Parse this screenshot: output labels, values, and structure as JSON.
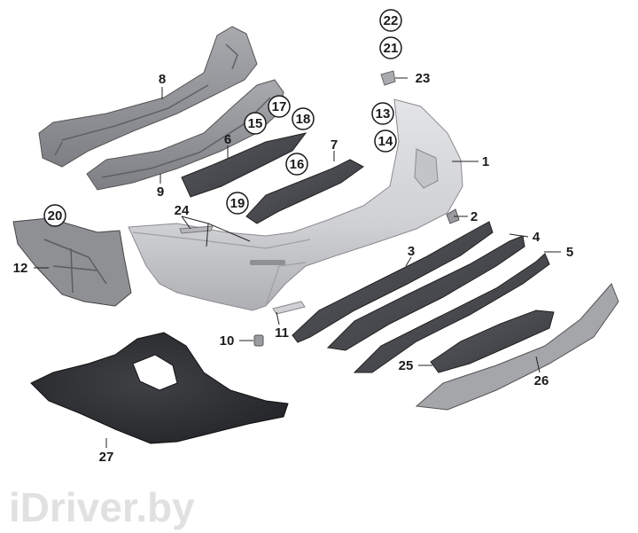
{
  "diagram": {
    "callouts": [
      {
        "id": "p1",
        "text": "1",
        "circled": false
      },
      {
        "id": "p2",
        "text": "2",
        "circled": false
      },
      {
        "id": "p3",
        "text": "3",
        "circled": false
      },
      {
        "id": "p4",
        "text": "4",
        "circled": false
      },
      {
        "id": "p5",
        "text": "5",
        "circled": false
      },
      {
        "id": "p6",
        "text": "6",
        "circled": false
      },
      {
        "id": "p7",
        "text": "7",
        "circled": false
      },
      {
        "id": "p8",
        "text": "8",
        "circled": false
      },
      {
        "id": "p9",
        "text": "9",
        "circled": false
      },
      {
        "id": "p10",
        "text": "10",
        "circled": false
      },
      {
        "id": "p11",
        "text": "11",
        "circled": false
      },
      {
        "id": "p12",
        "text": "12",
        "circled": false
      },
      {
        "id": "p13",
        "text": "13",
        "circled": true
      },
      {
        "id": "p14",
        "text": "14",
        "circled": true
      },
      {
        "id": "p15",
        "text": "15",
        "circled": true
      },
      {
        "id": "p16",
        "text": "16",
        "circled": true
      },
      {
        "id": "p17",
        "text": "17",
        "circled": true
      },
      {
        "id": "p18",
        "text": "18",
        "circled": true
      },
      {
        "id": "p19",
        "text": "19",
        "circled": true
      },
      {
        "id": "p20",
        "text": "20",
        "circled": true
      },
      {
        "id": "p21",
        "text": "21",
        "circled": true
      },
      {
        "id": "p22",
        "text": "22",
        "circled": true
      },
      {
        "id": "p23",
        "text": "23",
        "circled": false
      },
      {
        "id": "p24",
        "text": "24",
        "circled": false
      },
      {
        "id": "p25",
        "text": "25",
        "circled": false
      },
      {
        "id": "p26",
        "text": "26",
        "circled": false
      },
      {
        "id": "p27",
        "text": "27",
        "circled": false
      }
    ]
  },
  "watermark": {
    "text": "iDriver.by"
  },
  "colors": {
    "bumper_light": "#d9dadc",
    "bumper_mid": "#b9babd",
    "part_dark": "#4b4d51",
    "part_black": "#2c2e31",
    "bracket": "#8e9094",
    "line": "#222222"
  }
}
